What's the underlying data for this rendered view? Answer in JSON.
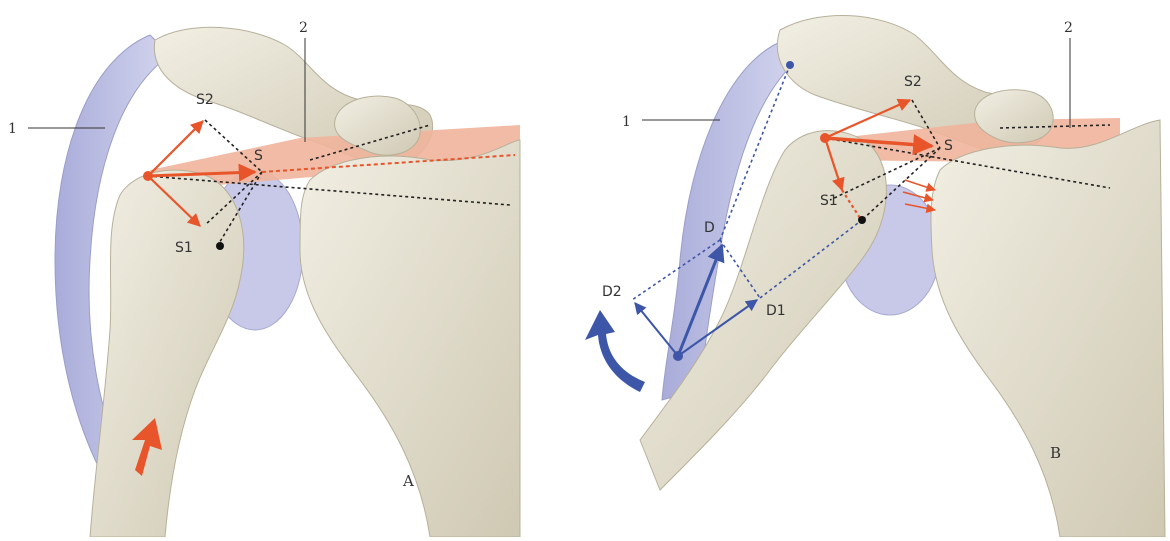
{
  "panels": [
    {
      "caption": "A",
      "labels": {
        "n1": "1",
        "n2": "2",
        "s": "S",
        "s1": "S1",
        "s2": "S2"
      }
    },
    {
      "caption": "B",
      "labels": {
        "n1": "1",
        "n2": "2",
        "s": "S",
        "s1": "S1",
        "s2": "S2",
        "d": "D",
        "d1": "D1",
        "d2": "D2"
      }
    }
  ],
  "colors": {
    "bone": "#e8e4d6",
    "bone_shadow": "#c9c3ae",
    "cartilage": "#c8c9e8",
    "ligament": "#bcbfe2",
    "tendon": "#f0b49b",
    "force_red": "#e8552a",
    "force_blue": "#3d56a8",
    "dotted_black": "#222222",
    "label": "#333333"
  }
}
